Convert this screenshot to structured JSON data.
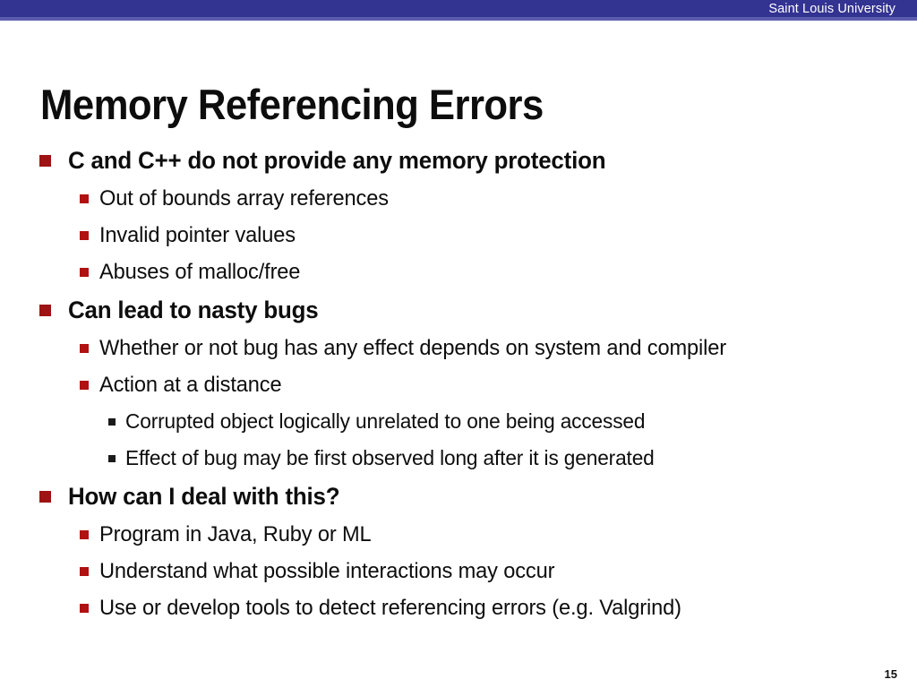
{
  "header": {
    "institution": "Saint Louis University",
    "band_color": "#333392",
    "underline_color": "#5b5bb0",
    "text_color": "#ffffff"
  },
  "slide": {
    "title": "Memory Referencing Errors",
    "page_number": "15",
    "background": "#ffffff",
    "text_color": "#0d0d0d"
  },
  "bullet_colors": {
    "level1": "#9e1313",
    "level2": "#b01111",
    "level3": "#1a1a1a"
  },
  "content": {
    "items": [
      {
        "level": 1,
        "text": "C and C++ do not provide any memory protection"
      },
      {
        "level": 2,
        "text": "Out of bounds array references"
      },
      {
        "level": 2,
        "text": "Invalid pointer values"
      },
      {
        "level": 2,
        "text": "Abuses of malloc/free"
      },
      {
        "level": 1,
        "text": "Can lead to nasty bugs"
      },
      {
        "level": 2,
        "text": "Whether or not bug has any effect depends on system and compiler"
      },
      {
        "level": 2,
        "text": "Action at a distance"
      },
      {
        "level": 3,
        "text": "Corrupted object logically unrelated to one being accessed"
      },
      {
        "level": 3,
        "text": "Effect of bug may be first observed long after it is generated"
      },
      {
        "level": 1,
        "text": "How can I deal with this?"
      },
      {
        "level": 2,
        "text": "Program in Java, Ruby or ML"
      },
      {
        "level": 2,
        "text": "Understand what possible interactions may occur"
      },
      {
        "level": 2,
        "text": "Use or develop tools to detect referencing errors (e.g. Valgrind)"
      }
    ]
  }
}
